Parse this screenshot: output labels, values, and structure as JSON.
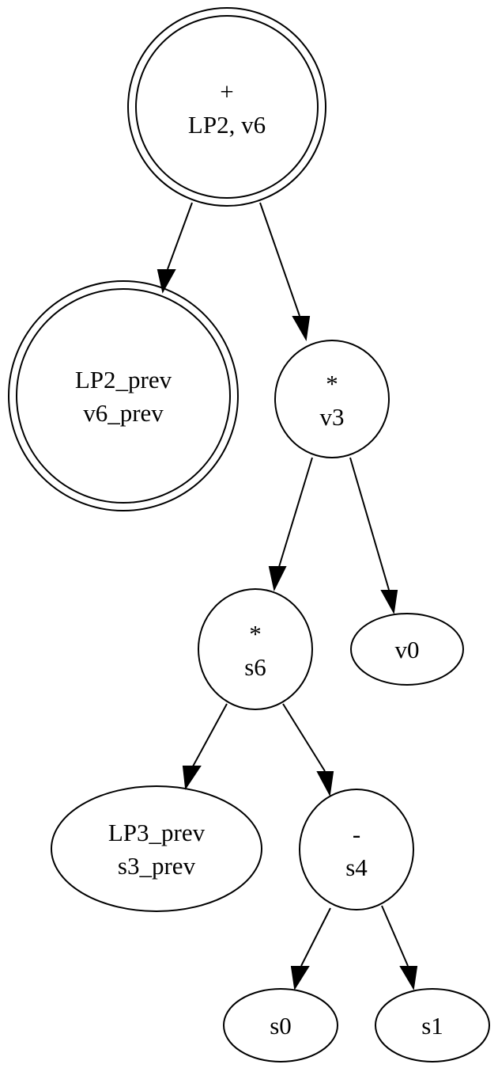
{
  "diagram": {
    "nodes": {
      "plus": {
        "line1": "+",
        "line2": "LP2, v6"
      },
      "lp2_prev": {
        "line1": "LP2_prev",
        "line2": "v6_prev"
      },
      "mul_v3": {
        "line1": "*",
        "line2": "v3"
      },
      "mul_s6": {
        "line1": "*",
        "line2": "s6"
      },
      "v0": {
        "line1": "v0"
      },
      "lp3_prev": {
        "line1": "LP3_prev",
        "line2": "s3_prev"
      },
      "minus_s4": {
        "line1": "-",
        "line2": "s4"
      },
      "s0": {
        "line1": "s0"
      },
      "s1": {
        "line1": "s1"
      }
    },
    "edges": [
      {
        "from": "plus",
        "to": "lp2_prev"
      },
      {
        "from": "plus",
        "to": "mul_v3"
      },
      {
        "from": "mul_v3",
        "to": "mul_s6"
      },
      {
        "from": "mul_v3",
        "to": "v0"
      },
      {
        "from": "mul_s6",
        "to": "lp3_prev"
      },
      {
        "from": "mul_s6",
        "to": "minus_s4"
      },
      {
        "from": "minus_s4",
        "to": "s0"
      },
      {
        "from": "minus_s4",
        "to": "s1"
      }
    ]
  }
}
